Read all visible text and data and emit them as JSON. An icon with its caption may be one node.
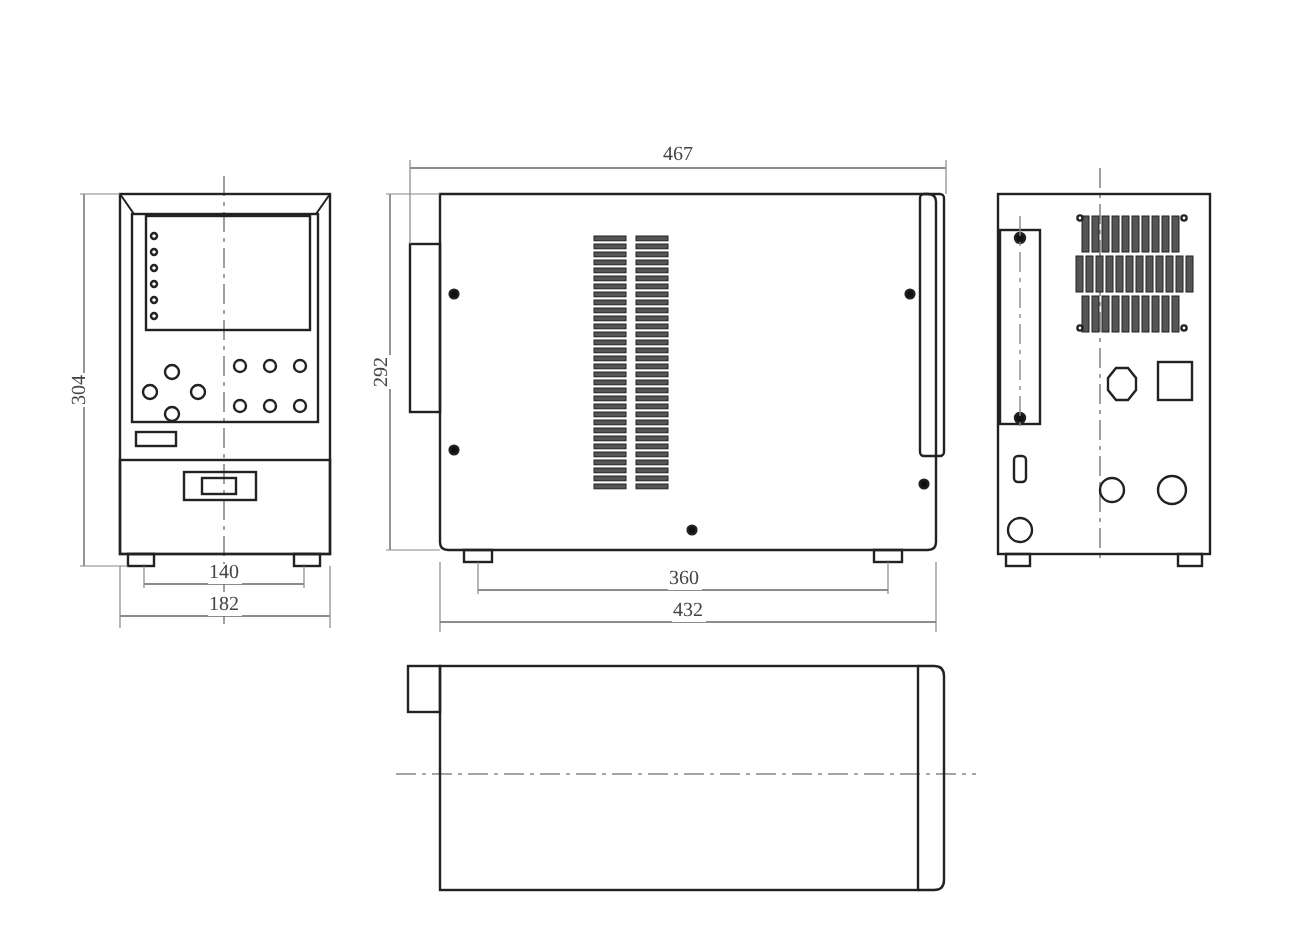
{
  "diagram": {
    "labels": [
      "467",
      "304",
      "292",
      "140",
      "360",
      "182",
      "432"
    ]
  }
}
